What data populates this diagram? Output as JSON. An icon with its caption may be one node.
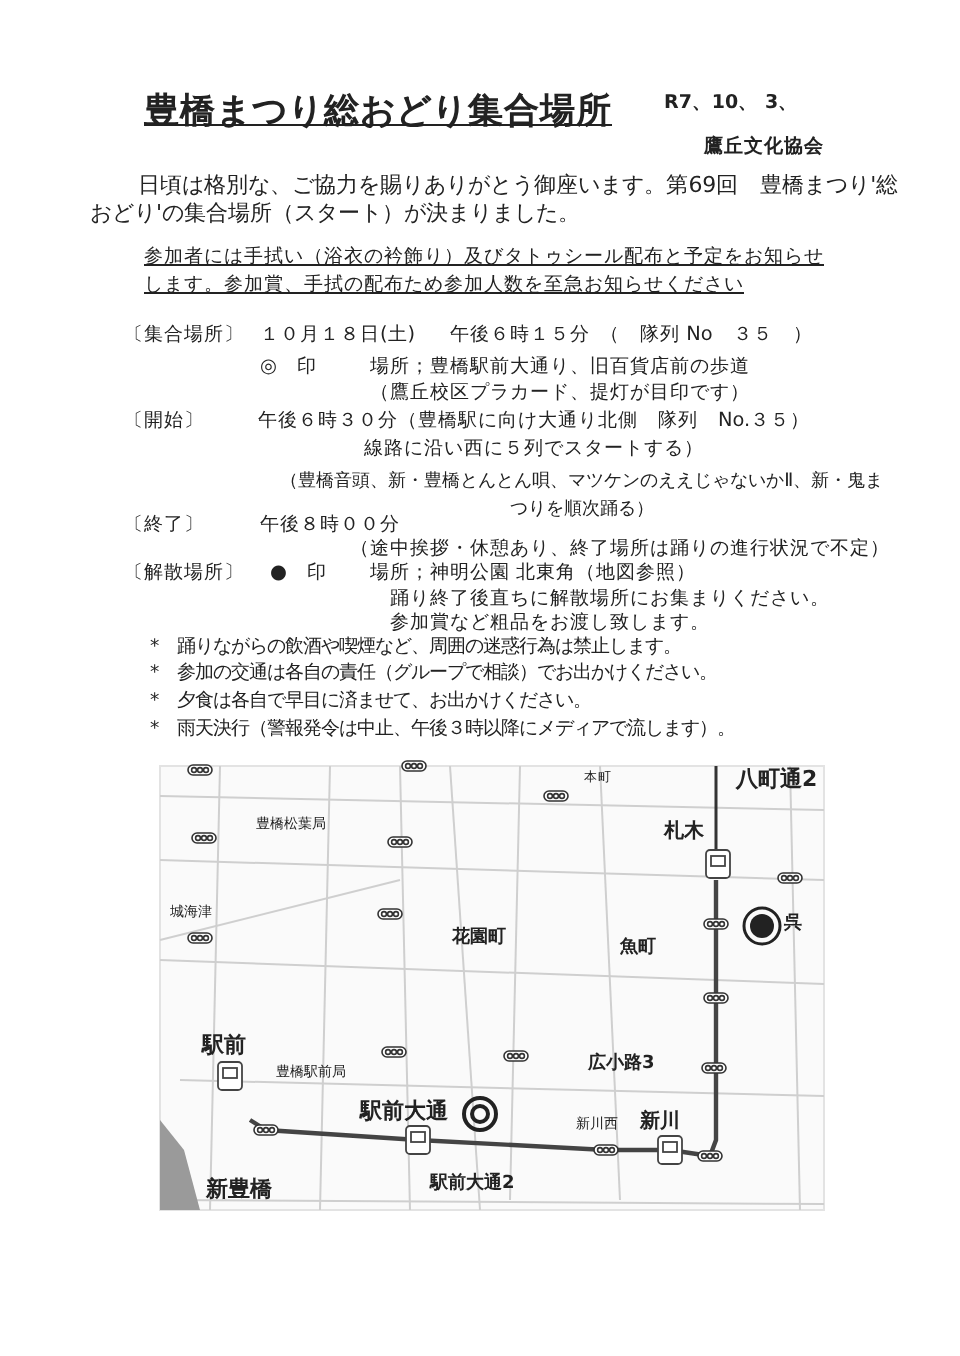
{
  "diagram": {
    "title": "豊橋まつり総おどり集合場所",
    "labels": [
      "R7、10、 3、",
      "鷹丘文化協会",
      "日頃は格別な、ご協力を賜りありがとう御座います。第69回　豊橋まつり'総おどり'の集合場所（スタート）が決まりました。",
      "参加者には手拭い（浴衣の衿飾り）及びタトゥシール配布と予定をお知らせします。参加賞、手拭の配布ため参加人数を至急お知らせください",
      "〔集合場所〕",
      "１０月１８日(土)",
      "午後６時１５分",
      "（　隊列 No　３５　）",
      "◎　印",
      "場所；豊橋駅前大通り、旧百貨店前の歩道",
      "（鷹丘校区プラカード、提灯が目印です）",
      "〔開始〕",
      "午後６時３０分（豊橋駅に向け大通り北側　隊列　No.３５）線路に沿い西に５列でスタートする）",
      "（豊橋音頭、新・豊橋とんとん唄、マツケンのええじゃないかⅡ、新・鬼まつりを順次踊る）",
      "〔終了〕",
      "午後８時００分",
      "（途中挨拶・休憩あり、終了場所は踊りの進行状況で不定）",
      "〔解散場所〕",
      "●　印",
      "場所；神明公園 北東角（地図参照）",
      "踊り終了後直ちに解散場所にお集まりください。",
      "参加賞など粗品をお渡し致します。",
      "*　踊りながらの飲酒や喫煙など、周囲の迷惑行為は禁止します。",
      "*　参加の交通は各自の責任（グループで相談）でお出かけください。",
      "*　夕食は各自で早目に済ませて、お出かけください。",
      "*　雨天決行（警報発令は中止、午後３時以降にメディアで流します）。",
      "八町通2",
      "本町",
      "豊橋松葉局",
      "札木",
      "城海津",
      "呉",
      "花園町",
      "魚町",
      "駅前",
      "広小路3",
      "豊橋駅前局",
      "駅前大通",
      "新川西",
      "新川",
      "新豊橋",
      "駅前大通2"
    ]
  }
}
